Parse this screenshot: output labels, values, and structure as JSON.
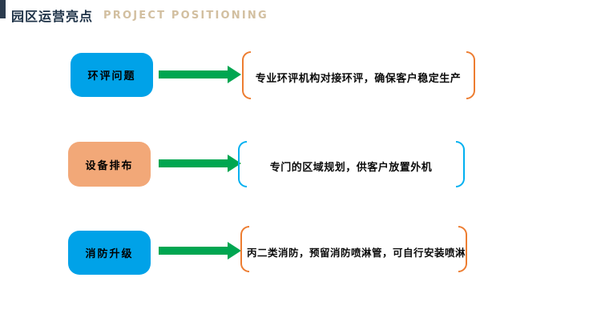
{
  "header": {
    "title_cn": "园区运营亮点",
    "title_en": "PROJECT POSITIONING"
  },
  "colors": {
    "accent_bar": "#2b3b4e",
    "title_cn_color": "#1e3247",
    "title_en_color": "#d2bfa0",
    "arrow_green": "#00a651",
    "box_blue": "#00a2e8",
    "box_orange": "#f2a878",
    "bracket_orange": "#ed7d31",
    "bracket_blue": "#00b0f0"
  },
  "rows": [
    {
      "label": "环评问题",
      "box_color": "#00a2e8",
      "bracket_color": "#ed7d31",
      "text": "专业环评机构对接环评，确保客户稳定生产"
    },
    {
      "label": "设备排布",
      "box_color": "#f2a878",
      "bracket_color": "#00b0f0",
      "text": "专门的区域规划，供客户放置外机"
    },
    {
      "label": "消防升级",
      "box_color": "#00a2e8",
      "bracket_color": "#ed7d31",
      "text": "丙二类消防，预留消防喷淋管，可自行安装喷淋"
    }
  ]
}
